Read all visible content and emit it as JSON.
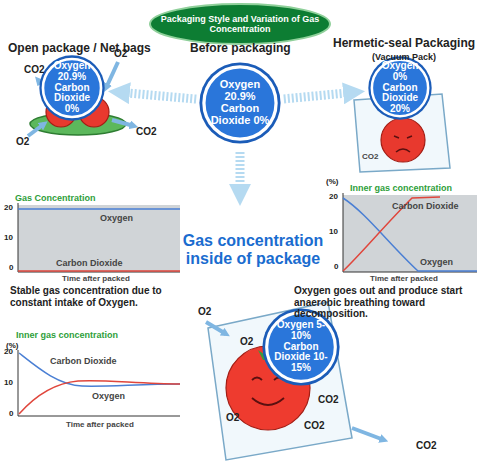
{
  "diagram": {
    "title": "Packaging Style and Variation of Gas Concentration",
    "nodes": [
      {
        "text": [
          "Oxygen 20.9%",
          "Carbon Dioxide 0%"
        ]
      },
      {
        "text": [
          "Oxygen 20.9%",
          "Carbon Dioxide 0%"
        ]
      },
      {
        "text": [
          "Oxygen 0%",
          "Carbon Dioxide 20%"
        ]
      },
      {
        "text": [
          "Oxygen 5-10%",
          "Carbon Dioxide 10-15%"
        ]
      }
    ],
    "edges": [
      {
        "from": 1,
        "to": 0,
        "arrow": "to"
      },
      {
        "from": 1,
        "to": 2,
        "arrow": "to"
      }
    ],
    "labels": [
      "Open package / Net bags",
      "Before packaging",
      "Hermetic-seal Packaging",
      "(Vacuum Pack)",
      "CO2",
      "O2",
      "O2",
      "CO2",
      "CO2",
      "Gas Concentration",
      "20",
      "10",
      "0",
      "Oxygen",
      "Carbon Dioxide",
      "Time after packed",
      "Stable gas concentration due to constant intake of Oxygen.",
      "(%)",
      "Inner gas concentration",
      "20",
      "10",
      "0",
      "Carbon Dioxide",
      "Oxygen",
      "Time after packed",
      "Oxygen goes out and produce start anaerobic breathing toward decomposition.",
      "Gas concentration inside of package",
      "Inner gas concentration",
      "(%)",
      "20",
      "10",
      "0",
      "Carbon Dioxide",
      "Oxygen",
      "Time after packed",
      "O2",
      "O2",
      "CO2",
      "O2",
      "CO2",
      "CO2"
    ]
  }
}
